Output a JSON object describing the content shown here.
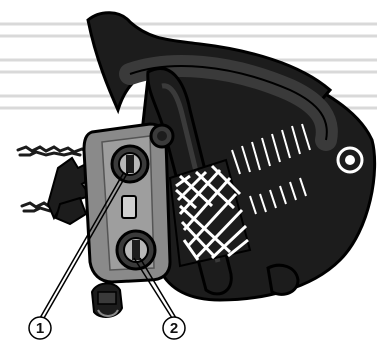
{
  "colors": {
    "background": "#ffffff",
    "stripes": "#d9d9d9",
    "body_dark": "#1c1c1c",
    "body_mid": "#3a3a3a",
    "housing_gray": "#8a8a8a",
    "housing_light": "#b8b8b8",
    "outline": "#000000"
  },
  "callouts": [
    {
      "number": "1",
      "target": "oil-tank-cap"
    },
    {
      "number": "2",
      "target": "fuel-tank-cap"
    }
  ]
}
